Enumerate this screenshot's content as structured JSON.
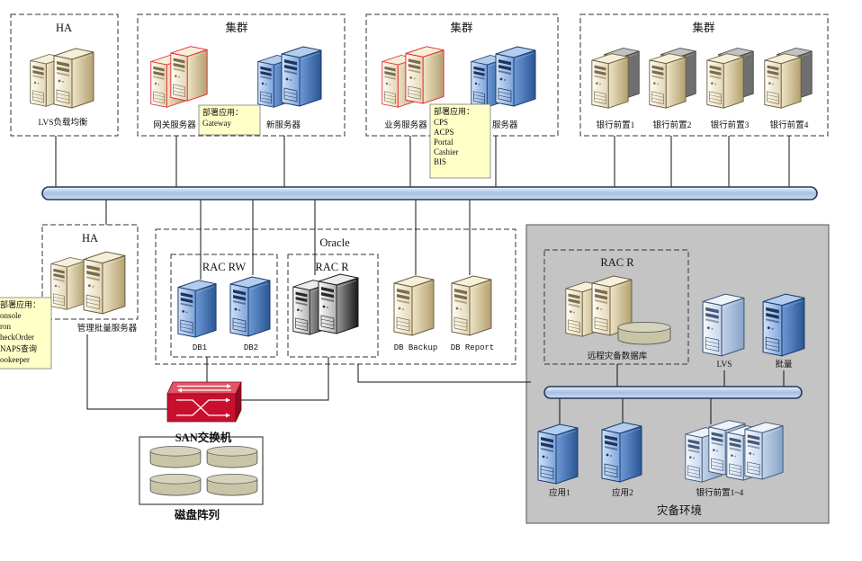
{
  "top": {
    "ha_lvs": {
      "title": "HA",
      "label": "LVS负载均衡"
    },
    "gateway_cluster": {
      "title": "集群",
      "gateway_label": "网关服务器",
      "new_label": "新服务器",
      "note": {
        "heading": "部署应用：",
        "apps": [
          "Gateway"
        ]
      }
    },
    "business_cluster": {
      "title": "集群",
      "business_label": "业务服务器",
      "partial_label": "服务器",
      "note": {
        "heading": "部署应用：",
        "apps": [
          "CPS",
          "ACPS",
          "Portal",
          "Cashier",
          "BIS"
        ]
      }
    },
    "bank_cluster": {
      "title": "集群",
      "labels": [
        "银行前置1",
        "银行前置2",
        "银行前置3",
        "银行前置4"
      ]
    }
  },
  "bottom": {
    "mgmt_ha": {
      "title": "HA",
      "label": "管理批量服务器",
      "note": {
        "heading": "部署应用：",
        "apps": [
          "onsole",
          "ron",
          "heckOrder",
          "NAPS查询",
          "ookeeper"
        ]
      }
    },
    "oracle": {
      "title": "Oracle",
      "rac_rw": {
        "title": "RAC RW",
        "db1": "DB1",
        "db2": "DB2"
      },
      "rac_r": {
        "title": "RAC R"
      },
      "backup": "DB Backup",
      "report": "DB Report"
    },
    "storage": {
      "switch_label": "SAN交换机",
      "array_label": "磁盘阵列"
    }
  },
  "disaster_recovery": {
    "title": "灾备环境",
    "rac_r": {
      "title": "RAC R",
      "label": "远程灾备数据库"
    },
    "lvs": "LVS",
    "batch": "批量",
    "app1": "应用1",
    "app2": "应用2",
    "bank": "银行前置1~4"
  },
  "colors": {
    "note_fill": "#ffffc8",
    "dr_background": "#c4c4c4",
    "switch_red": "#c8102e",
    "disk_fill": "#c8c5a6"
  }
}
